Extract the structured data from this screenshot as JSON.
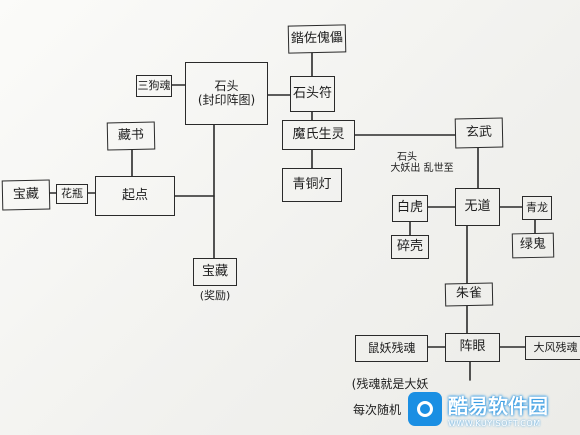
{
  "nodes": {
    "gui_zuo_ren": "鍇佐傀儡",
    "san_gou_jia": "三狗魂",
    "shi_tou_zhenshe": "石头\n(封印阵图)",
    "shi_tou_fu": "石头符",
    "cang_shu": "藏书",
    "mo_shi_sheng_ling": "魔氏生灵",
    "xuan_wu": "玄武",
    "bao_zang_left": "宝藏",
    "hua_ping": "花瓶",
    "qi_dian": "起点",
    "qing_tong_deng": "青铜灯",
    "wu_dao": "无道",
    "bai_hu": "白虎",
    "qing_long": "青龙",
    "sui_ke": "碎壳",
    "lu_gui": "绿鬼",
    "bao_zang_bottom": "宝藏",
    "zhu_que": "朱雀",
    "shu_zhong_can_hun": "鼠妖残魂",
    "zhen_yan": "阵眼",
    "da_feng_can_hun": "大风残魂"
  },
  "notes": {
    "xuanwu_note_1": "石头",
    "xuanwu_note_2": "大妖出  乱世至",
    "bao_zang_reward": "(奖励)",
    "bottom_note_1": "(残魂就是大妖",
    "bottom_note_2": "每次随机"
  },
  "watermark": {
    "name": "酷易软件园",
    "url": "WWW.KUYISOFT.COM",
    "color": "#1a8fe3"
  },
  "colors": {
    "ink": "#2a2a2a",
    "paper": "#f4f4f1"
  }
}
